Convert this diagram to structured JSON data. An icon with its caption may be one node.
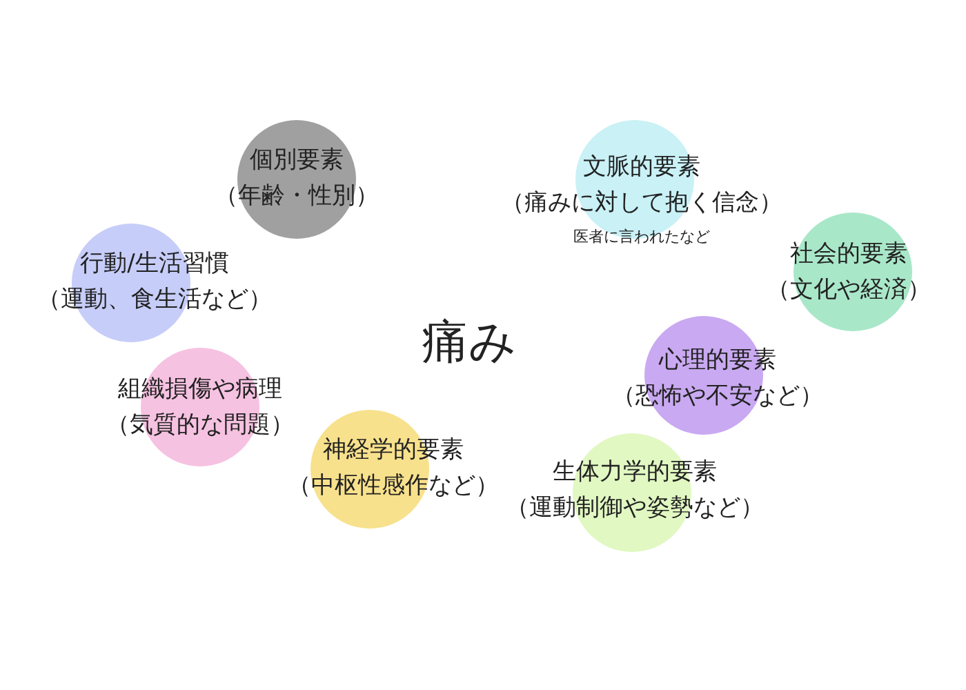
{
  "diagram": {
    "nodes": [
      {
        "text": [
          "個別要素",
          "（年齢・性別）"
        ]
      },
      {
        "text": [
          "文脈的要素",
          "（痛みに対して抱く信念）",
          "医者に言われたなど"
        ]
      },
      {
        "text": [
          "行動/生活習慣",
          "（運動、食生活など）"
        ]
      },
      {
        "text": [
          "社会的要素",
          "（文化や経済）"
        ]
      },
      {
        "text": [
          "心理的要素",
          "（恐怖や不安など）"
        ]
      },
      {
        "text": [
          "組織損傷や病理",
          "（気質的な問題）"
        ]
      },
      {
        "text": [
          "神経学的要素",
          "（中枢性感作など）"
        ]
      },
      {
        "text": [
          "生体力学的要素",
          "（運動制御や姿勢など）"
        ]
      }
    ],
    "labels": [
      "痛み"
    ]
  }
}
